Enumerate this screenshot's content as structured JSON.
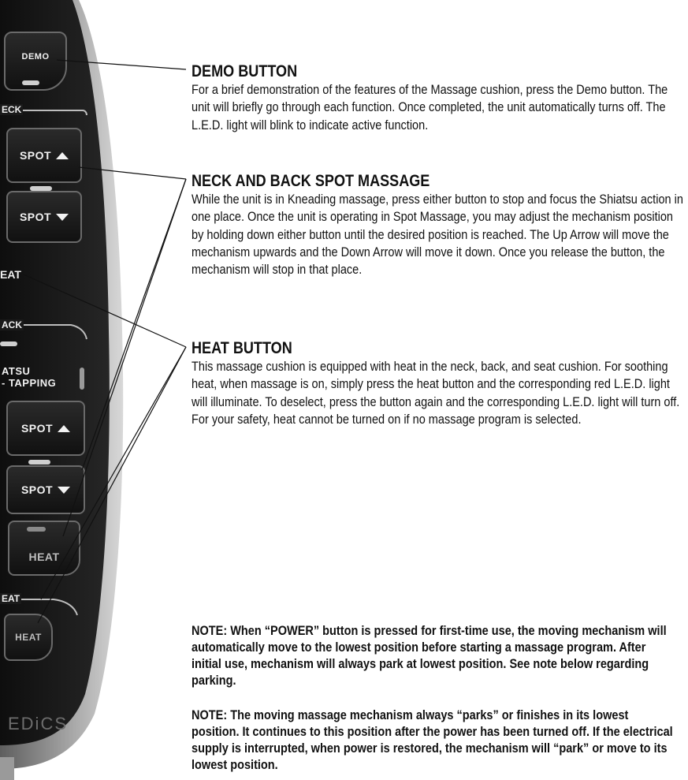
{
  "remote": {
    "buttons": {
      "demo": "DEMO",
      "neck_spot_up": "SPOT",
      "neck_spot_down": "SPOT",
      "back_shiatsu_line1": "ATSU",
      "back_shiatsu_line2": "- TAPPING",
      "back_spot_up": "SPOT",
      "back_spot_down": "SPOT",
      "back_heat": "HEAT",
      "seat_heat": "HEAT"
    },
    "group_labels": {
      "neck": "ECK",
      "neck_heat": "EAT",
      "back": "ACK",
      "seat_heat": "EAT"
    },
    "brand": "EDiCS"
  },
  "sections": {
    "demo": {
      "title": "DEMO BUTTON",
      "body": "For a brief demonstration of the features of the Massage cushion, press the Demo button. The unit will briefly go through each function. Once completed, the unit automatically turns off. The L.E.D. light will blink to indicate active function."
    },
    "spot": {
      "title": "NECK AND BACK SPOT MASSAGE",
      "body": "While the unit is in Kneading massage, press either button to stop and focus the Shiatsu action in one place. Once the unit is operating in Spot Massage, you may adjust the mechanism position by holding down either button until the desired position is reached. The Up Arrow will move the mechanism upwards and the Down Arrow will move it down. Once you release the button, the mechanism will stop in that place."
    },
    "heat": {
      "title": "HEAT BUTTON",
      "body": "This massage cushion is equipped with heat in the neck, back, and seat cushion. For soothing heat, when massage is on, simply press the heat button and the corresponding red L.E.D. light will illuminate. To deselect, press the button again and the corresponding L.E.D. light will turn off. For your safety, heat cannot be turned on if no massage program is selected."
    }
  },
  "notes": {
    "note1": "NOTE: When “POWER” button is pressed for first-time use, the moving mechanism will automatically move to the lowest position before starting a massage program. After initial use, mechanism will always park at lowest position. See note below regarding parking.",
    "note2": "NOTE: The moving massage mechanism always “parks” or finishes in its lowest position. It continues to this position after the power has been turned off. If the electrical supply is interrupted, when power is restored, the mechanism will “park” or move to its lowest position."
  },
  "colors": {
    "remote_body": "#1a1a1a",
    "remote_rim": "#8f8f8f",
    "text": "#111111"
  }
}
